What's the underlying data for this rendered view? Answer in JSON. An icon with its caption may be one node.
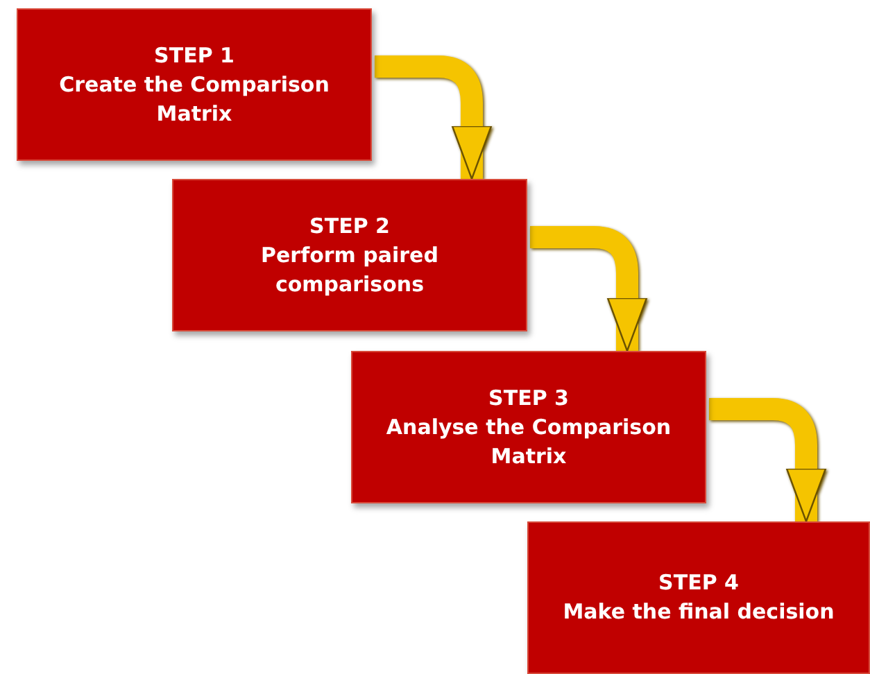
{
  "diagram": {
    "nodes": [
      {
        "text": [
          "STEP 1",
          "Create the Comparison Matrix"
        ]
      },
      {
        "text": [
          "STEP 2",
          "Perform paired comparisons"
        ]
      },
      {
        "text": [
          "STEP 3",
          "Analyse the Comparison Matrix"
        ]
      },
      {
        "text": [
          "STEP 4",
          "Make the final decision"
        ]
      }
    ],
    "edges": [
      {
        "from": 0,
        "to": 1,
        "arrow": "to"
      },
      {
        "from": 1,
        "to": 2,
        "arrow": "to"
      },
      {
        "from": 2,
        "to": 3,
        "arrow": "to"
      }
    ]
  }
}
